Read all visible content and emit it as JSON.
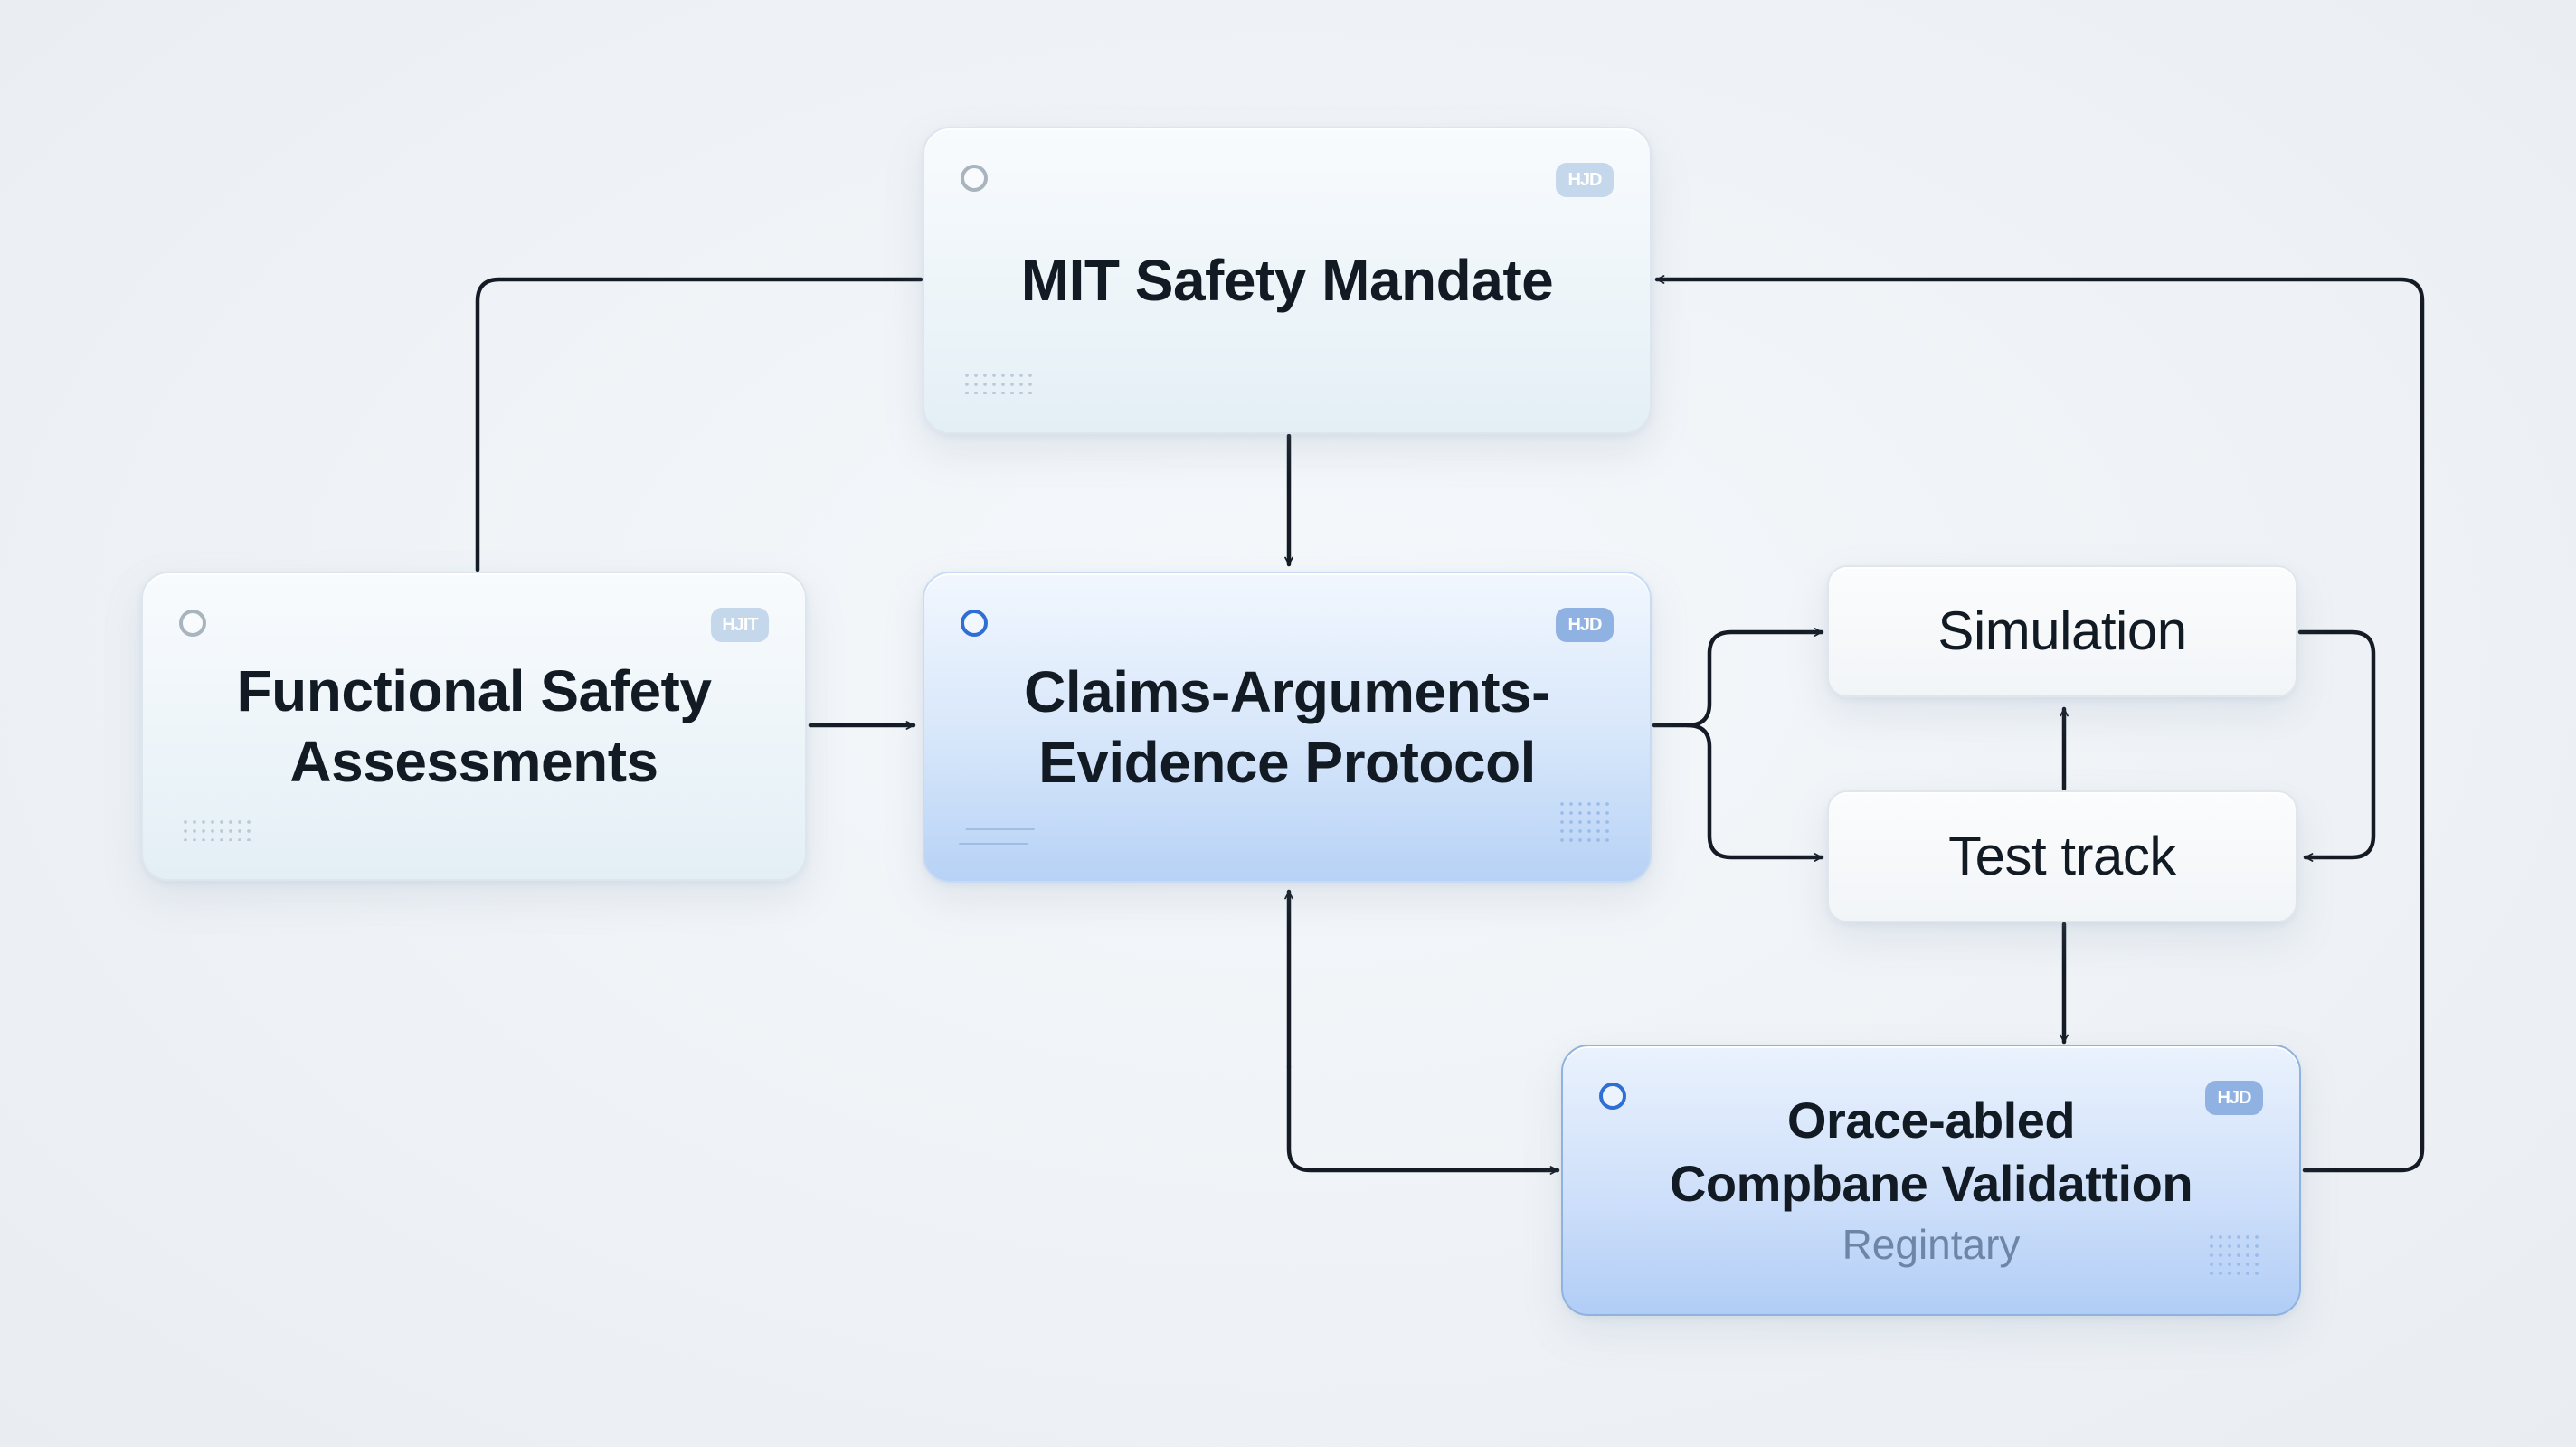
{
  "nodes": {
    "mandate": {
      "title": "MIT Safety Mandate",
      "badge": "HJD"
    },
    "functional": {
      "title": "Functional Safety\nAssessments",
      "badge": "HJIT"
    },
    "cae": {
      "title": "Claims-Arguments-\nEvidence Protocol",
      "badge": "HJD"
    },
    "simulation": {
      "title": "Simulation"
    },
    "testtrack": {
      "title": "Test track"
    },
    "oracle": {
      "title": "Orace-abled\nCompbane Validattion",
      "subtitle": "Regintary",
      "badge": "HJD"
    }
  },
  "edges": [
    {
      "from": "mandate",
      "to": "cae"
    },
    {
      "from": "mandate",
      "to": "functional"
    },
    {
      "from": "functional",
      "to": "cae"
    },
    {
      "from": "cae",
      "to": "simulation"
    },
    {
      "from": "cae",
      "to": "testtrack"
    },
    {
      "from": "testtrack",
      "to": "simulation"
    },
    {
      "from": "simulation",
      "to": "testtrack"
    },
    {
      "from": "testtrack",
      "to": "oracle"
    },
    {
      "from": "oracle",
      "to": "cae"
    },
    {
      "from": "cae",
      "to": "oracle"
    },
    {
      "from": "oracle",
      "to": "mandate"
    }
  ],
  "colors": {
    "accent_ring": "#2f6fd3",
    "neutral_ring": "#a9b4bf",
    "edge": "#141b24",
    "blue_fill": "#b7d2f6",
    "light_fill": "#eaf3f8"
  }
}
